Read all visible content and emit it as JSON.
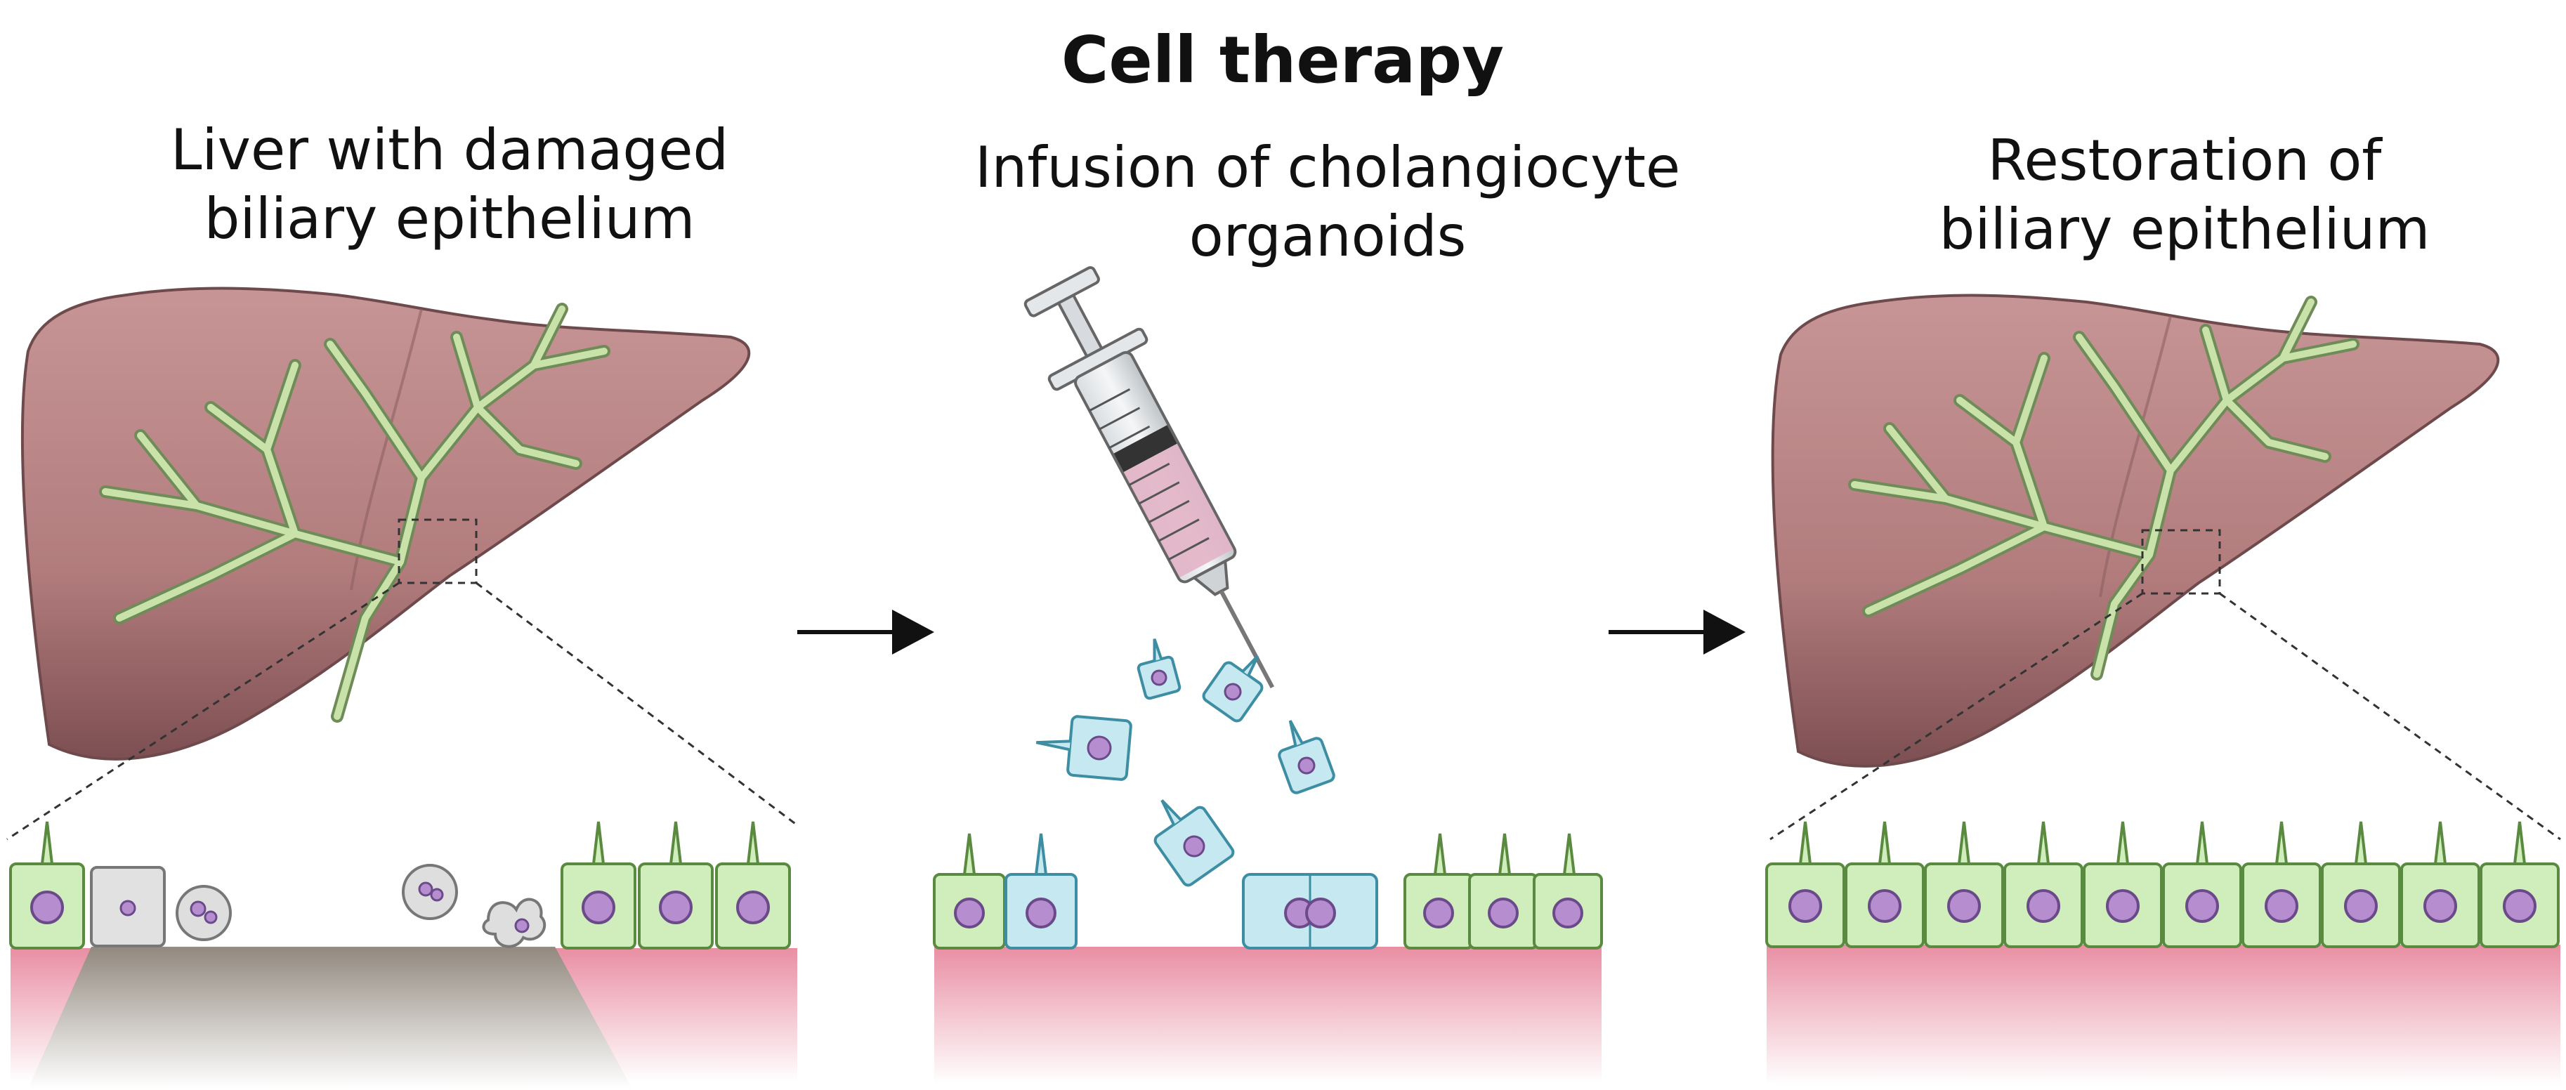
{
  "title": "Cell therapy",
  "panels": [
    {
      "caption_line1": "Liver with damaged",
      "caption_line2": "biliary epithelium"
    },
    {
      "caption_line1": "Infusion of cholangiocyte",
      "caption_line2": "organoids"
    },
    {
      "caption_line1": "Restoration of",
      "caption_line2": "biliary epithelium"
    }
  ],
  "colors": {
    "liver": "#b98384",
    "bile_duct": "#c9e2aa",
    "healthy_cell": "#cfeebb",
    "organoid_cell": "#c6e9f1",
    "nucleus": "#b68ed0",
    "damaged_cell": "#e1e1e1",
    "basement": "#f0b9c5"
  }
}
